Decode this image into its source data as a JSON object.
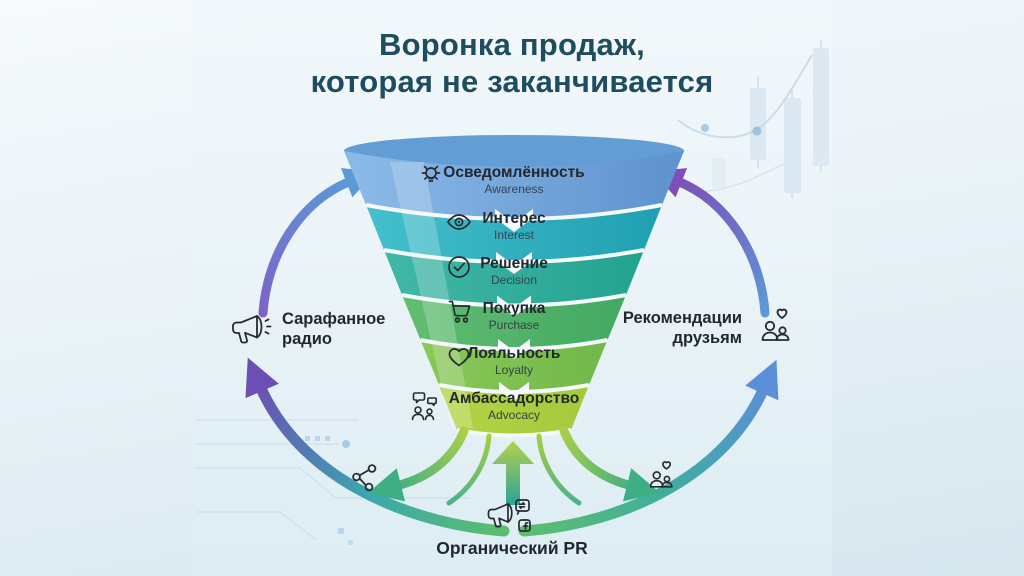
{
  "title": {
    "line1": "Воронка продаж,",
    "line2": "которая не заканчивается"
  },
  "funnel": {
    "stages": [
      {
        "ru": "Осведомлённость",
        "en": "Awareness",
        "icon": "lightbulb-icon",
        "color": "#79abdf"
      },
      {
        "ru": "Интерес",
        "en": "Interest",
        "icon": "eye-icon",
        "color": "#2fb0bf"
      },
      {
        "ru": "Решение",
        "en": "Decision",
        "icon": "check-circle-icon",
        "color": "#31ad9c"
      },
      {
        "ru": "Покупка",
        "en": "Purchase",
        "icon": "cart-icon",
        "color": "#55b669"
      },
      {
        "ru": "Лояльность",
        "en": "Loyalty",
        "icon": "heart-icon",
        "color": "#7fc355"
      },
      {
        "ru": "Амбассадорство",
        "en": "Advocacy",
        "icon": "people-chat-icon",
        "color": "#a9cf3f"
      }
    ]
  },
  "side_labels": {
    "left": {
      "line1": "Сарафанное",
      "line2": "радио",
      "icon": "megaphone-icon"
    },
    "right": {
      "line1": "Рекомендации",
      "line2": "друзьям",
      "icon": "people-heart-icon"
    },
    "bottom": {
      "text": "Органический PR",
      "icon": "megaphone-social-icon"
    }
  },
  "colors": {
    "title": "#1d4d5e",
    "background_top": "#f3f8fb",
    "background_bottom": "#d9e8f0",
    "arrow_purple": "#7e57c0",
    "arrow_blue": "#5b93d6",
    "arrow_green": "#5cbd6e",
    "arrow_teal": "#3fae85"
  }
}
